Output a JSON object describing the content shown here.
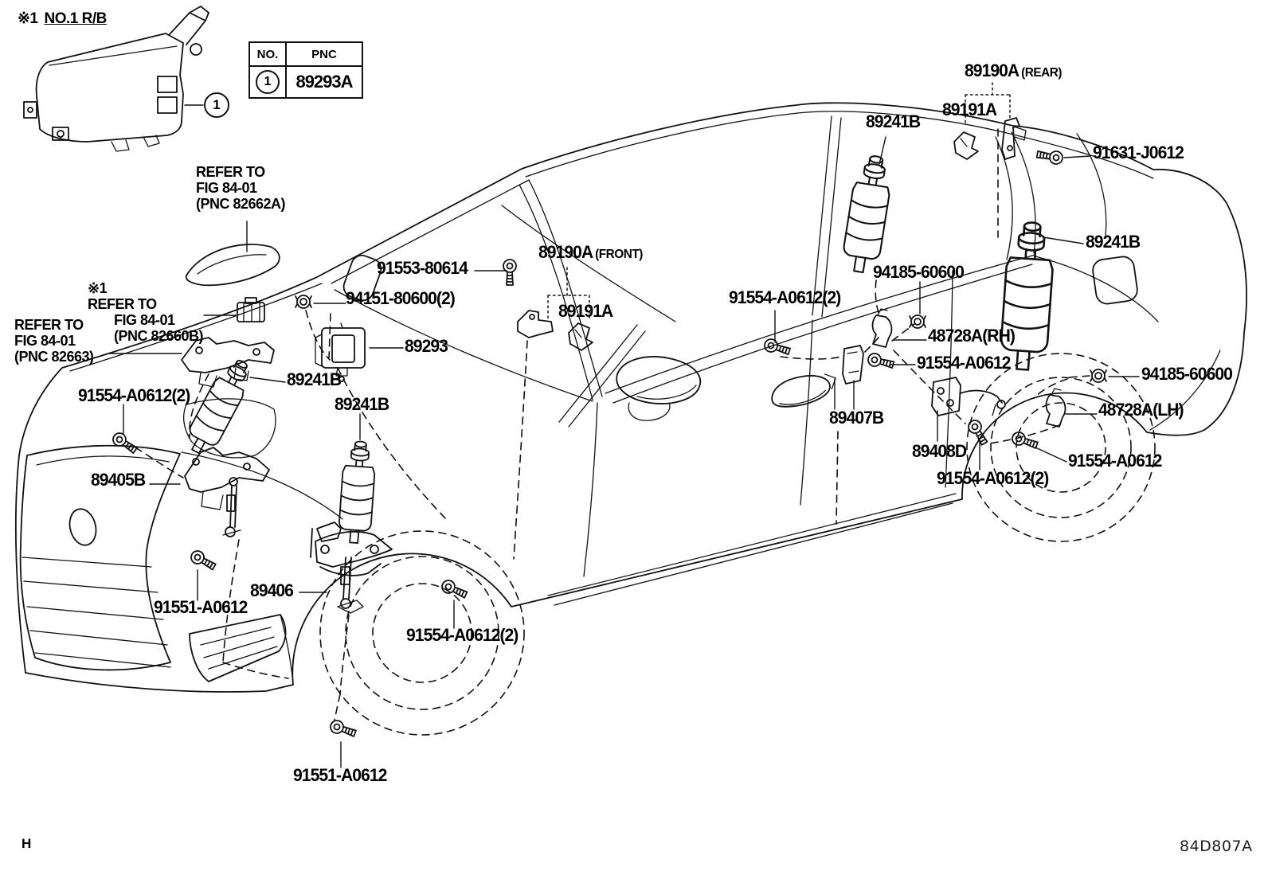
{
  "colors": {
    "line": "#111111",
    "text": "#000000",
    "background": "#ffffff"
  },
  "heading": {
    "prefix": "※1",
    "title": "NO.1 R/B"
  },
  "pnc_table": {
    "col_no": "NO.",
    "col_pnc": "PNC",
    "row_no": "1",
    "row_pnc": "89293A"
  },
  "callout": {
    "number": "1"
  },
  "refer_notes": [
    {
      "prefix": "",
      "lines": [
        "REFER TO",
        "FIG 84-01",
        "(PNC 82662A)"
      ]
    },
    {
      "prefix": "※1",
      "lines": [
        "REFER TO",
        "FIG 84-01",
        "(PNC 82660B)"
      ]
    },
    {
      "prefix": "",
      "lines": [
        "REFER TO",
        "FIG 84-01",
        "(PNC 82663)"
      ]
    }
  ],
  "part_labels": [
    {
      "name": "91553-80614",
      "text": "91553-80614"
    },
    {
      "name": "94151-80600-2",
      "text": "94151-80600(2)"
    },
    {
      "name": "89293",
      "text": "89293"
    },
    {
      "name": "89190a-front",
      "text": "89190A",
      "suffix": "(FRONT)"
    },
    {
      "name": "89191a-front",
      "text": "89191A"
    },
    {
      "name": "89241b-1",
      "text": "89241B"
    },
    {
      "name": "89241b-2",
      "text": "89241B"
    },
    {
      "name": "91554-a0612-2-1",
      "text": "91554-A0612(2)"
    },
    {
      "name": "89405b",
      "text": "89405B"
    },
    {
      "name": "91551-a0612-1",
      "text": "91551-A0612"
    },
    {
      "name": "89406",
      "text": "89406"
    },
    {
      "name": "91554-a0612-2-2",
      "text": "91554-A0612(2)"
    },
    {
      "name": "91551-a0612-2",
      "text": "91551-A0612"
    },
    {
      "name": "91554-a0612-2-3",
      "text": "91554-A0612(2)"
    },
    {
      "name": "94185-60600-1",
      "text": "94185-60600"
    },
    {
      "name": "48728a-rh",
      "text": "48728A(RH)"
    },
    {
      "name": "91554-a0612-1",
      "text": "91554-A0612"
    },
    {
      "name": "89407b",
      "text": "89407B"
    },
    {
      "name": "89408d",
      "text": "89408D"
    },
    {
      "name": "91554-a0612-2-4",
      "text": "91554-A0612(2)"
    },
    {
      "name": "91554-a0612-2b",
      "text": "91554-A0612"
    },
    {
      "name": "48728a-lh",
      "text": "48728A(LH)"
    },
    {
      "name": "94185-60600-2",
      "text": "94185-60600"
    },
    {
      "name": "89241b-3",
      "text": "89241B"
    },
    {
      "name": "89241b-4",
      "text": "89241B"
    },
    {
      "name": "89190a-rear",
      "text": "89190A",
      "suffix": "(REAR)"
    },
    {
      "name": "89191a-rear",
      "text": "89191A"
    },
    {
      "name": "91631-j0612",
      "text": "91631-J0612"
    }
  ],
  "footer": {
    "left": "H",
    "right": "84D807A"
  }
}
